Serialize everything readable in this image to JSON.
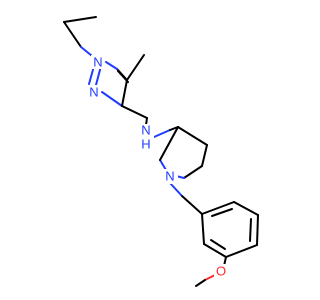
{
  "molecule": {
    "atoms": {
      "pyrazole_n1": "N",
      "pyrazole_n2": "N",
      "amine_n": "N",
      "amine_h": "H",
      "piperidine_n": "N",
      "methoxy_o": "O"
    },
    "colors": {
      "carbon_bond": "#000000",
      "nitrogen": "#1f3cff",
      "oxygen": "#ff2a2a",
      "background": "#ffffff"
    }
  }
}
